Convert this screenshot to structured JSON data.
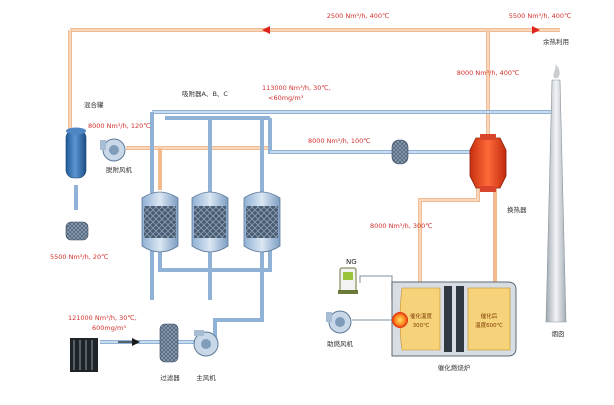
{
  "colors": {
    "hot_pipe": "#f3b98f",
    "cold_pipe": "#8fb2d6",
    "flow_arrow": "#e0231c",
    "label_red": "#d0312d",
    "vessel_blue": "#2f6fb3",
    "heater_red": "#e0401a",
    "chamber_fill": "#f6d27a"
  },
  "labels": {
    "top_flow_left": "2500 Nm³/h, 400℃",
    "top_flow_right": "5500 Nm³/h, 400℃",
    "heat_reuse": "余热利用",
    "riser_flow": "8000 Nm³/h, 400℃",
    "mixing_tank": "混合罐",
    "mixing_flow": "8000 Nm³/h, 120℃",
    "desorption_fan": "脱附风机",
    "adsorbers": "吸附器A、B、C",
    "main_flow_line1": "113000 Nm³/h, 30℃,",
    "main_flow_line2": "<60mg/m³",
    "desorb_line_flow": "8000 Nm³/h, 100℃",
    "heat_exchanger": "换热器",
    "exchanger_outlet_flow": "8000 Nm³/h, 300℃",
    "fresh_air_flow": "5500 Nm³/h, 20℃",
    "ng": "NG",
    "inlet_flow_line1": "121000 Nm³/h, 30℃,",
    "inlet_flow_line2": "600mg/m³",
    "filter": "过滤器",
    "main_fan": "主风机",
    "combustion_fan": "助燃风机",
    "combustion_furnace": "催化燃烧炉",
    "pre_temp_line1": "催化温度",
    "pre_temp_line2": "300℃",
    "post_temp_line1": "催化后",
    "post_temp_line2": "温度600℃",
    "chimney": "烟囱"
  }
}
